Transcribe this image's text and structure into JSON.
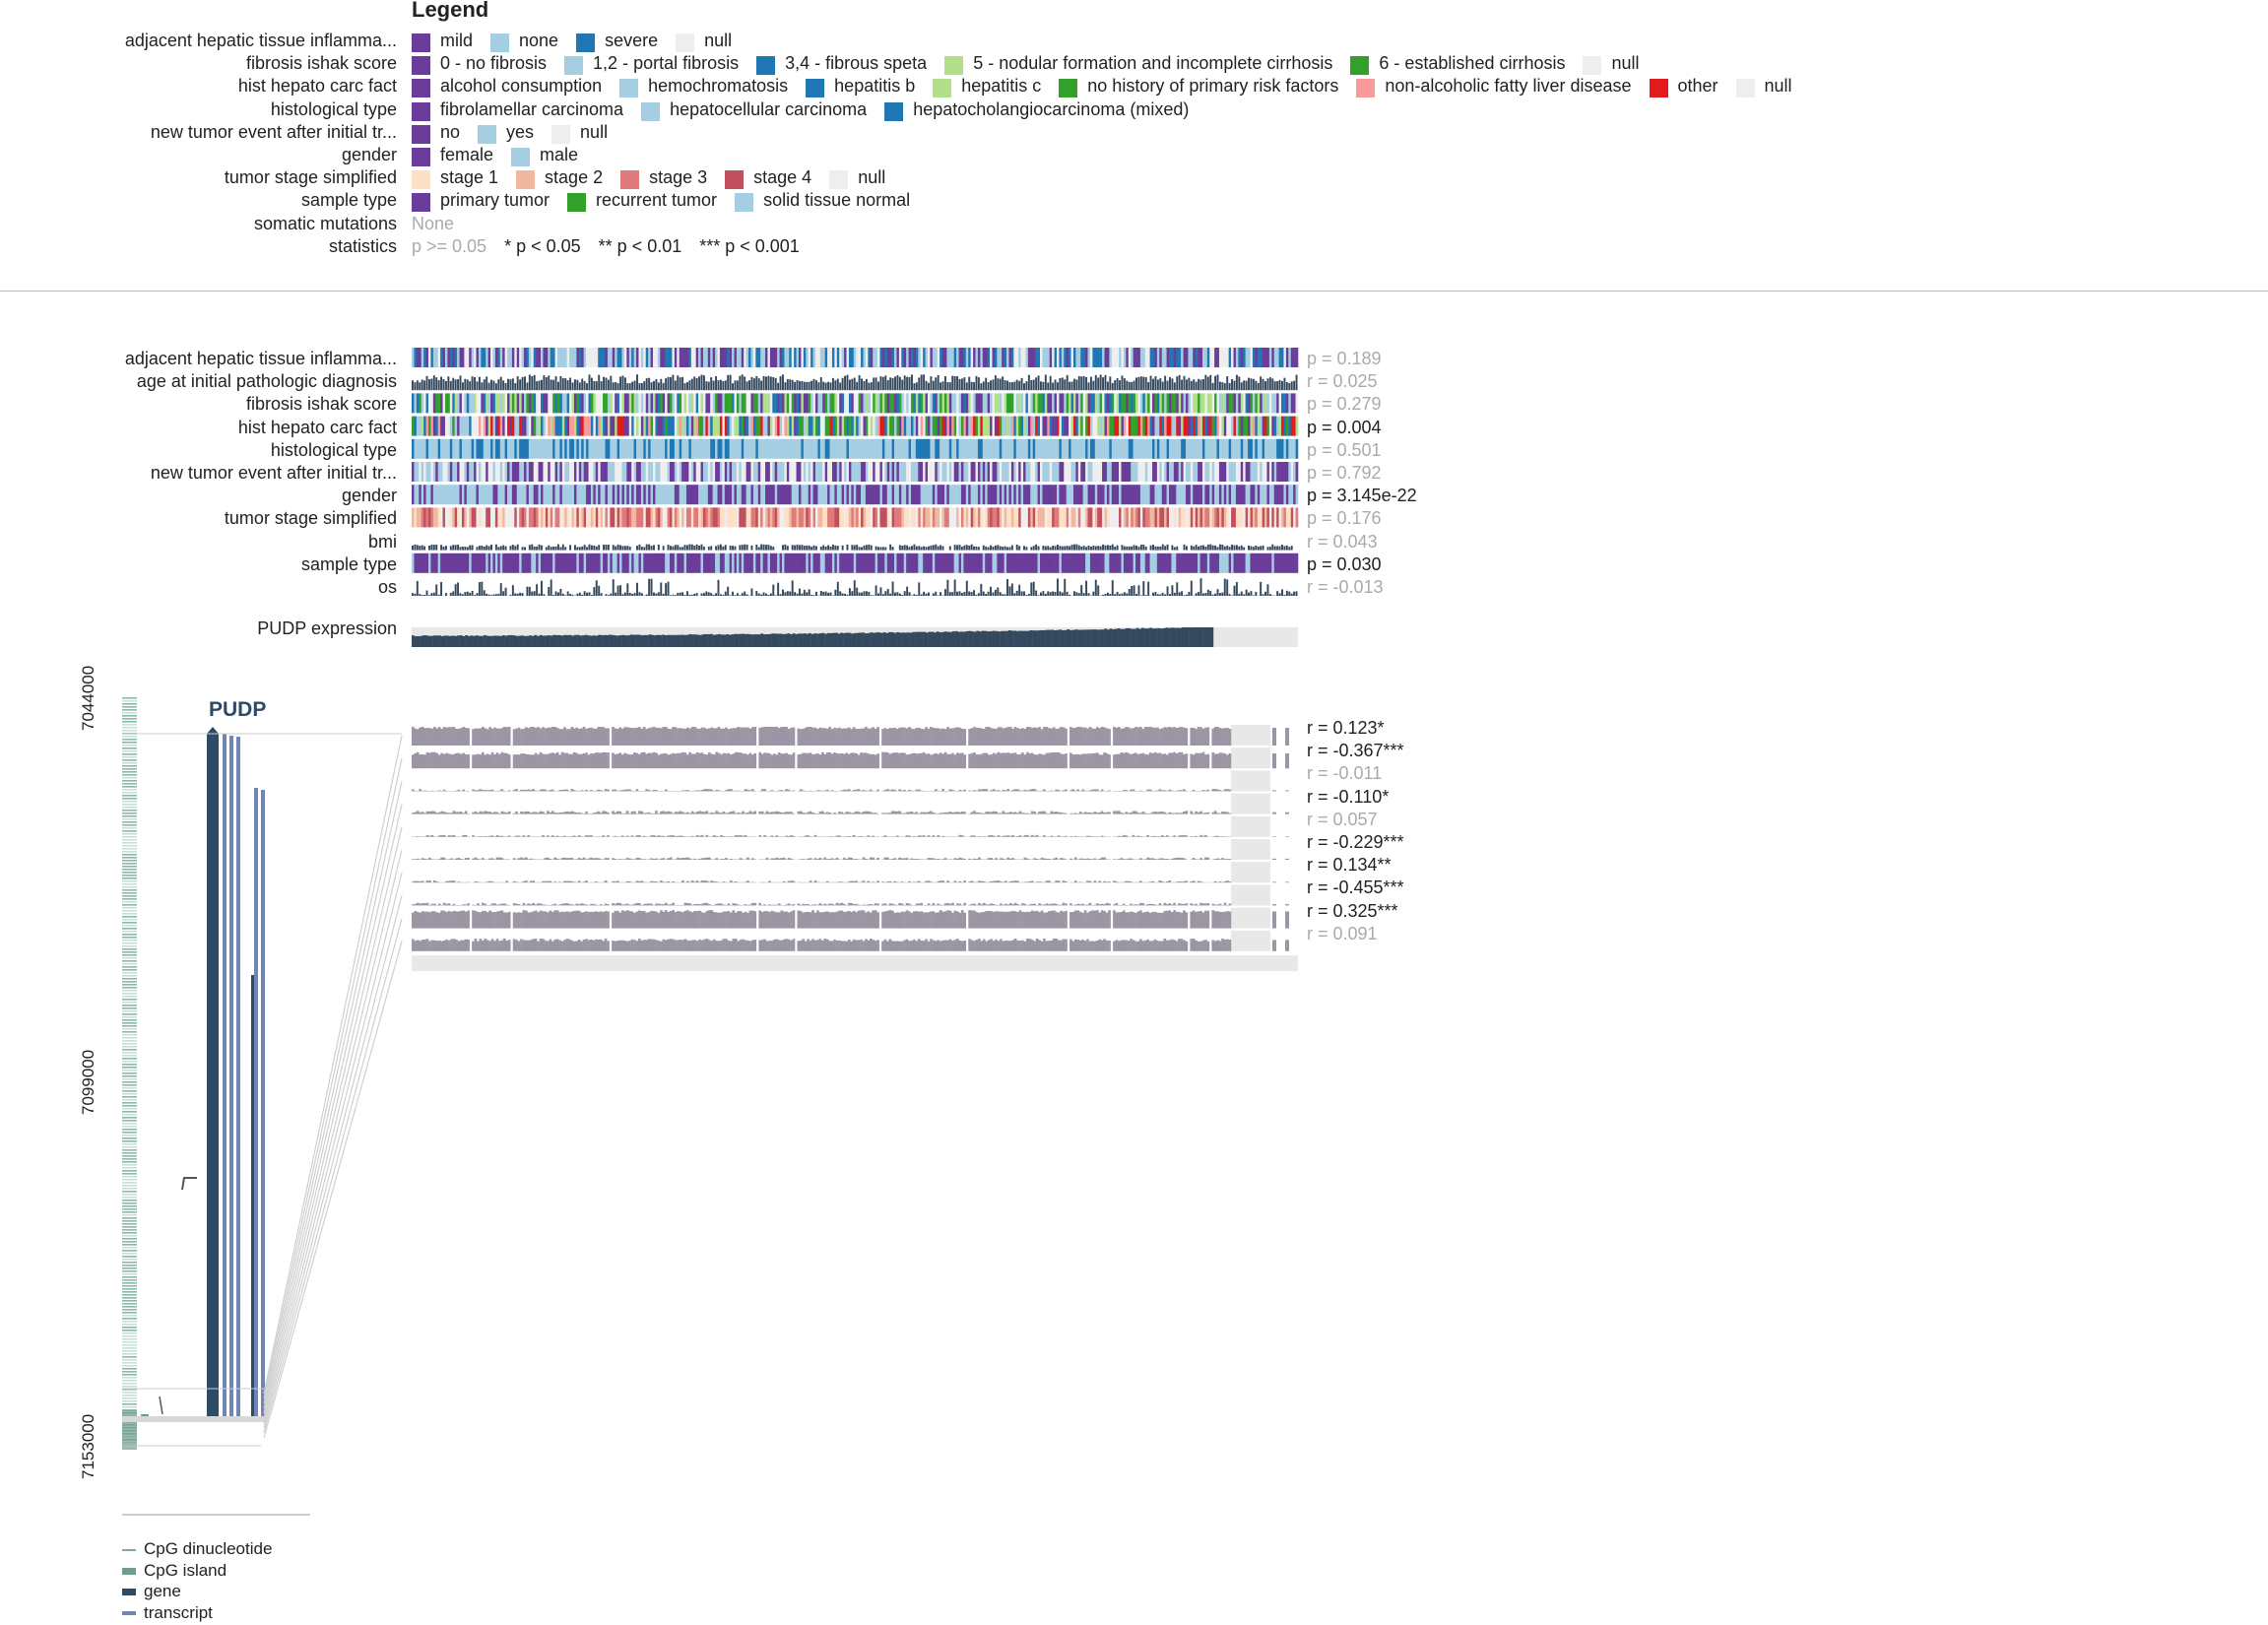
{
  "legend": {
    "title": "Legend",
    "rows": [
      {
        "label": "adjacent hepatic tissue inflamma...",
        "items": [
          {
            "text": "mild",
            "color": "#6a3d9a"
          },
          {
            "text": "none",
            "color": "#a6cee3"
          },
          {
            "text": "severe",
            "color": "#1f78b4"
          },
          {
            "text": "null",
            "color": "#eeeeee"
          }
        ]
      },
      {
        "label": "fibrosis ishak score",
        "items": [
          {
            "text": "0 - no fibrosis",
            "color": "#6a3d9a"
          },
          {
            "text": "1,2 - portal fibrosis",
            "color": "#a6cee3"
          },
          {
            "text": "3,4 - fibrous speta",
            "color": "#1f78b4"
          },
          {
            "text": "5 - nodular formation and incomplete cirrhosis",
            "color": "#b2df8a"
          },
          {
            "text": "6 - established cirrhosis",
            "color": "#33a02c"
          },
          {
            "text": "null",
            "color": "#eeeeee"
          }
        ]
      },
      {
        "label": "hist hepato carc fact",
        "items": [
          {
            "text": "alcohol consumption",
            "color": "#6a3d9a"
          },
          {
            "text": "hemochromatosis",
            "color": "#a6cee3"
          },
          {
            "text": "hepatitis b",
            "color": "#1f78b4"
          },
          {
            "text": "hepatitis c",
            "color": "#b2df8a"
          },
          {
            "text": "no history of primary risk factors",
            "color": "#33a02c"
          },
          {
            "text": "non-alcoholic fatty liver disease",
            "color": "#fb9a99"
          },
          {
            "text": "other",
            "color": "#e31a1c"
          },
          {
            "text": "null",
            "color": "#eeeeee"
          }
        ]
      },
      {
        "label": "histological type",
        "items": [
          {
            "text": "fibrolamellar carcinoma",
            "color": "#6a3d9a"
          },
          {
            "text": "hepatocellular carcinoma",
            "color": "#a6cee3"
          },
          {
            "text": "hepatocholangiocarcinoma (mixed)",
            "color": "#1f78b4"
          }
        ]
      },
      {
        "label": "new tumor event after initial tr...",
        "items": [
          {
            "text": "no",
            "color": "#6a3d9a"
          },
          {
            "text": "yes",
            "color": "#a6cee3"
          },
          {
            "text": "null",
            "color": "#eeeeee"
          }
        ]
      },
      {
        "label": "gender",
        "items": [
          {
            "text": "female",
            "color": "#6a3d9a"
          },
          {
            "text": "male",
            "color": "#a6cee3"
          }
        ]
      },
      {
        "label": "tumor stage simplified",
        "items": [
          {
            "text": "stage 1",
            "color": "#fde0c5"
          },
          {
            "text": "stage 2",
            "color": "#f0b8a0"
          },
          {
            "text": "stage 3",
            "color": "#e07b7b"
          },
          {
            "text": "stage 4",
            "color": "#c0505f"
          },
          {
            "text": "null",
            "color": "#eeeeee"
          }
        ]
      },
      {
        "label": "sample type",
        "items": [
          {
            "text": "primary tumor",
            "color": "#6a3d9a"
          },
          {
            "text": "recurrent tumor",
            "color": "#33a02c"
          },
          {
            "text": "solid tissue normal",
            "color": "#a6cee3"
          }
        ]
      },
      {
        "label": "somatic mutations",
        "items": [
          {
            "text": "None",
            "color": ""
          }
        ]
      },
      {
        "label": "statistics",
        "items": [
          {
            "text": "p >= 0.05",
            "color": ""
          },
          {
            "text": "* p < 0.05",
            "color": ""
          },
          {
            "text": "** p < 0.01",
            "color": ""
          },
          {
            "text": "*** p < 0.001",
            "color": ""
          }
        ]
      }
    ]
  },
  "tracks": [
    {
      "label": "adjacent hepatic tissue inflamma...",
      "stat": "p = 0.189",
      "sig": false,
      "kind": "cat",
      "palette": [
        "#6a3d9a",
        "#a6cee3",
        "#1f78b4",
        "#eeeeee"
      ]
    },
    {
      "label": "age at initial pathologic diagnosis",
      "stat": "r = 0.025",
      "sig": false,
      "kind": "num"
    },
    {
      "label": "fibrosis ishak score",
      "stat": "p = 0.279",
      "sig": false,
      "kind": "cat",
      "palette": [
        "#6a3d9a",
        "#a6cee3",
        "#1f78b4",
        "#b2df8a",
        "#33a02c",
        "#eeeeee"
      ]
    },
    {
      "label": "hist hepato carc fact",
      "stat": "p = 0.004",
      "sig": true,
      "kind": "cat",
      "palette": [
        "#6a3d9a",
        "#a6cee3",
        "#1f78b4",
        "#b2df8a",
        "#33a02c",
        "#fb9a99",
        "#e31a1c",
        "#eeeeee"
      ]
    },
    {
      "label": "histological type",
      "stat": "p = 0.501",
      "sig": false,
      "kind": "cat",
      "palette": [
        "#a6cee3",
        "#a6cee3",
        "#a6cee3",
        "#1f78b4"
      ]
    },
    {
      "label": "new tumor event after initial tr...",
      "stat": "p = 0.792",
      "sig": false,
      "kind": "cat",
      "palette": [
        "#6a3d9a",
        "#a6cee3",
        "#eeeeee"
      ]
    },
    {
      "label": "gender",
      "stat": "p = 3.145e-22",
      "sig": true,
      "kind": "cat",
      "palette": [
        "#6a3d9a",
        "#a6cee3"
      ]
    },
    {
      "label": "tumor stage simplified",
      "stat": "p = 0.176",
      "sig": false,
      "kind": "cat",
      "palette": [
        "#fde0c5",
        "#f0b8a0",
        "#e07b7b",
        "#c0505f",
        "#eeeeee"
      ]
    },
    {
      "label": "bmi",
      "stat": "r = 0.043",
      "sig": false,
      "kind": "num"
    },
    {
      "label": "sample type",
      "stat": "p = 0.030",
      "sig": true,
      "kind": "cat",
      "palette": [
        "#6a3d9a",
        "#6a3d9a",
        "#6a3d9a",
        "#a6cee3"
      ]
    },
    {
      "label": "os",
      "stat": "r = -0.013",
      "sig": false,
      "kind": "num"
    }
  ],
  "expression": {
    "label": "PUDP expression"
  },
  "methylation_rows": [
    {
      "stat": "r = 0.123*",
      "sig": true
    },
    {
      "stat": "r = -0.367***",
      "sig": true
    },
    {
      "stat": "r = -0.011",
      "sig": false
    },
    {
      "stat": "r = -0.110*",
      "sig": true
    },
    {
      "stat": "r = 0.057",
      "sig": false
    },
    {
      "stat": "r = -0.229***",
      "sig": true
    },
    {
      "stat": "r = 0.134**",
      "sig": true
    },
    {
      "stat": "r = -0.455***",
      "sig": true
    },
    {
      "stat": "r = 0.325***",
      "sig": true
    },
    {
      "stat": "r = 0.091",
      "sig": false
    }
  ],
  "genome": {
    "gene_name": "PUDP",
    "ticks": [
      "7044000",
      "7099000",
      "7153000"
    ]
  },
  "bottom_legend": [
    {
      "text": "CpG dinucleotide",
      "color": "#7fa9a0"
    },
    {
      "text": "CpG island",
      "color": "#6f9e8d"
    },
    {
      "text": "gene",
      "color": "#2d4a66"
    },
    {
      "text": "transcript",
      "color": "#7185b8"
    }
  ],
  "colors": {
    "dark": "#34495e",
    "methyl": "#9c95a3",
    "null": "#e8e8e8",
    "gene": "#2d4a66",
    "transcript": "#7185b8",
    "cpg": "#6f9e8d"
  }
}
